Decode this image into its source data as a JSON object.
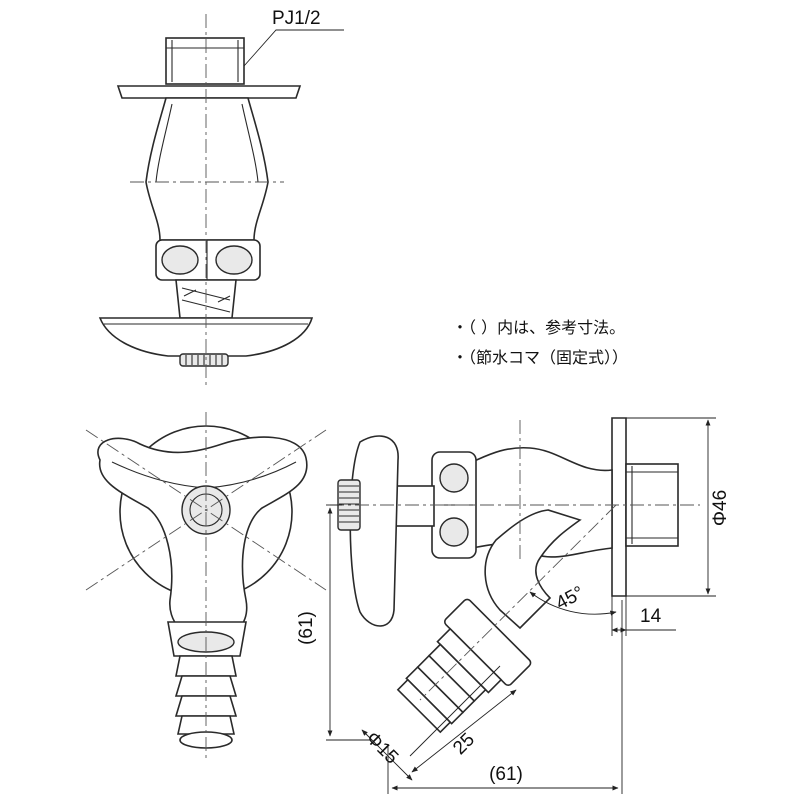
{
  "labels": {
    "thread": "PJ1/2",
    "diameter_flange": "Φ46",
    "diameter_hose": "Φ15",
    "length_25": "25",
    "length_14": "14",
    "height_61": "(61)",
    "width_61": "(61)",
    "angle": "45°"
  },
  "notes": [
    "・（  ）内は、参考寸法。",
    "・（節水コマ（固定式））"
  ]
}
